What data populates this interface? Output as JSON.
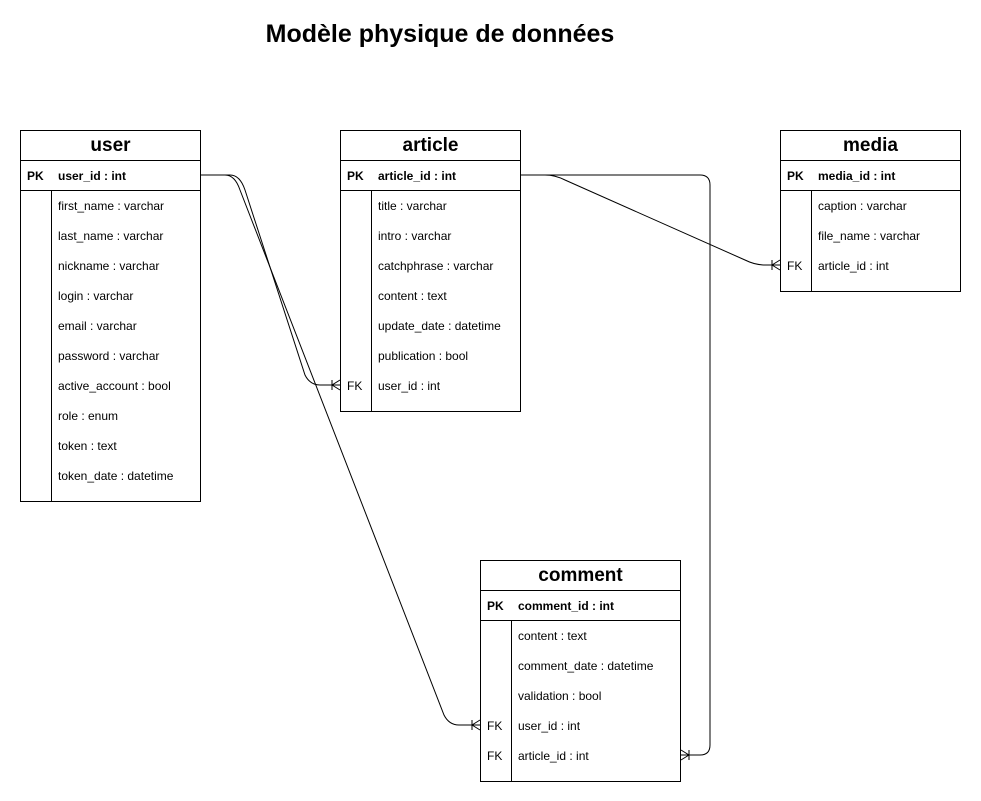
{
  "title": "Modèle physique de données",
  "entities": {
    "user": {
      "name": "user",
      "pk": {
        "key": "PK",
        "field": "user_id : int"
      },
      "fields": [
        {
          "key": "",
          "field": "first_name : varchar"
        },
        {
          "key": "",
          "field": "last_name : varchar"
        },
        {
          "key": "",
          "field": "nickname : varchar"
        },
        {
          "key": "",
          "field": "login : varchar"
        },
        {
          "key": "",
          "field": "email : varchar"
        },
        {
          "key": "",
          "field": "password : varchar"
        },
        {
          "key": "",
          "field": "active_account : bool"
        },
        {
          "key": "",
          "field": "role : enum"
        },
        {
          "key": "",
          "field": "token : text"
        },
        {
          "key": "",
          "field": "token_date : datetime"
        }
      ]
    },
    "article": {
      "name": "article",
      "pk": {
        "key": "PK",
        "field": "article_id : int"
      },
      "fields": [
        {
          "key": "",
          "field": "title : varchar"
        },
        {
          "key": "",
          "field": "intro : varchar"
        },
        {
          "key": "",
          "field": "catchphrase : varchar"
        },
        {
          "key": "",
          "field": "content : text"
        },
        {
          "key": "",
          "field": "update_date : datetime"
        },
        {
          "key": "",
          "field": "publication : bool"
        },
        {
          "key": "FK",
          "field": "user_id : int"
        }
      ]
    },
    "media": {
      "name": "media",
      "pk": {
        "key": "PK",
        "field": "media_id : int"
      },
      "fields": [
        {
          "key": "",
          "field": "caption : varchar"
        },
        {
          "key": "",
          "field": "file_name : varchar"
        },
        {
          "key": "FK",
          "field": "article_id : int"
        }
      ]
    },
    "comment": {
      "name": "comment",
      "pk": {
        "key": "PK",
        "field": "comment_id : int"
      },
      "fields": [
        {
          "key": "",
          "field": "content : text"
        },
        {
          "key": "",
          "field": "comment_date : datetime"
        },
        {
          "key": "",
          "field": "validation : bool"
        },
        {
          "key": "FK",
          "field": "user_id : int"
        },
        {
          "key": "FK",
          "field": "article_id : int"
        }
      ]
    }
  },
  "relations": [
    {
      "from": "user.user_id",
      "to": "article.user_id",
      "cardinality": "one-to-many"
    },
    {
      "from": "user.user_id",
      "to": "comment.user_id",
      "cardinality": "one-to-many"
    },
    {
      "from": "article.article_id",
      "to": "media.article_id",
      "cardinality": "one-to-many"
    },
    {
      "from": "article.article_id",
      "to": "comment.article_id",
      "cardinality": "one-to-many"
    }
  ]
}
